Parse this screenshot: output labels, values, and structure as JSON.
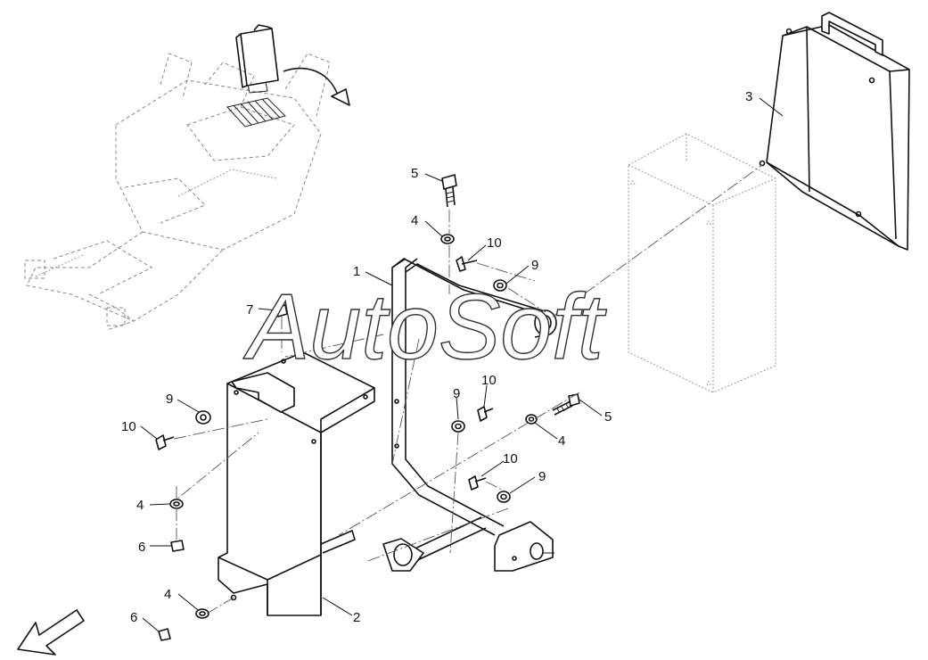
{
  "watermark": "AutoSoft",
  "callouts": [
    {
      "id": "c1",
      "label": "1"
    },
    {
      "id": "c2",
      "label": "2"
    },
    {
      "id": "c3",
      "label": "3"
    },
    {
      "id": "c5a",
      "label": "5"
    },
    {
      "id": "c5b",
      "label": "5"
    },
    {
      "id": "c4a",
      "label": "4"
    },
    {
      "id": "c4b",
      "label": "4"
    },
    {
      "id": "c4c",
      "label": "4"
    },
    {
      "id": "c4d",
      "label": "4"
    },
    {
      "id": "c6a",
      "label": "6"
    },
    {
      "id": "c6b",
      "label": "6"
    },
    {
      "id": "c7",
      "label": "7"
    },
    {
      "id": "c9a",
      "label": "9"
    },
    {
      "id": "c9b",
      "label": "9"
    },
    {
      "id": "c9c",
      "label": "9"
    },
    {
      "id": "c9d",
      "label": "9"
    },
    {
      "id": "c10a",
      "label": "10"
    },
    {
      "id": "c10b",
      "label": "10"
    },
    {
      "id": "c10c",
      "label": "10"
    },
    {
      "id": "c10d",
      "label": "10"
    }
  ],
  "icons": {
    "orientation_arrow": "front-direction-arrow-icon",
    "rotation_arrow": "curved-arrow-icon"
  }
}
